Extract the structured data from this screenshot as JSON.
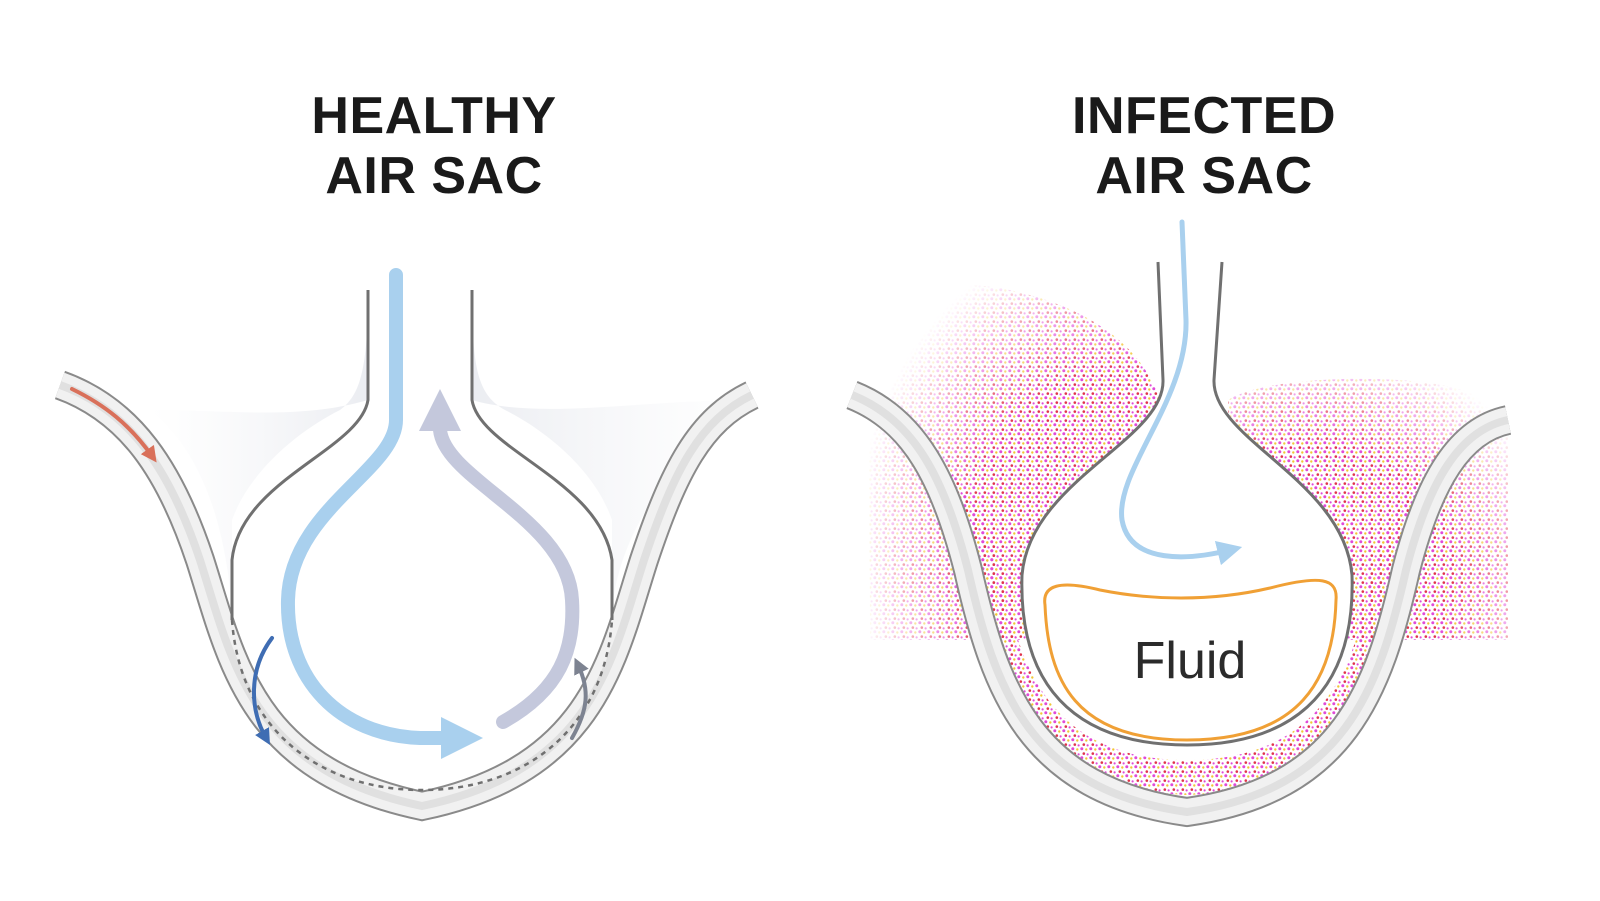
{
  "panels": [
    {
      "title_line1": "HEALTHY",
      "title_line2": "AIR SAC"
    },
    {
      "title_line1": "INFECTED",
      "title_line2": "AIR SAC",
      "fluid_label": "Fluid"
    }
  ],
  "colors": {
    "airflow": "#a9d0ee",
    "airflow_return": "#c4c8dc",
    "blood_in": "#d9705a",
    "exchange_out": "#3f6db3",
    "exchange_in": "#7d8391",
    "fluid_outline": "#f0a035",
    "wall_stroke": "#7a7a7a",
    "inflammation_magenta": "#e04ad8",
    "inflammation_yellow": "#f2c534",
    "inflammation_red": "#e0344a"
  }
}
